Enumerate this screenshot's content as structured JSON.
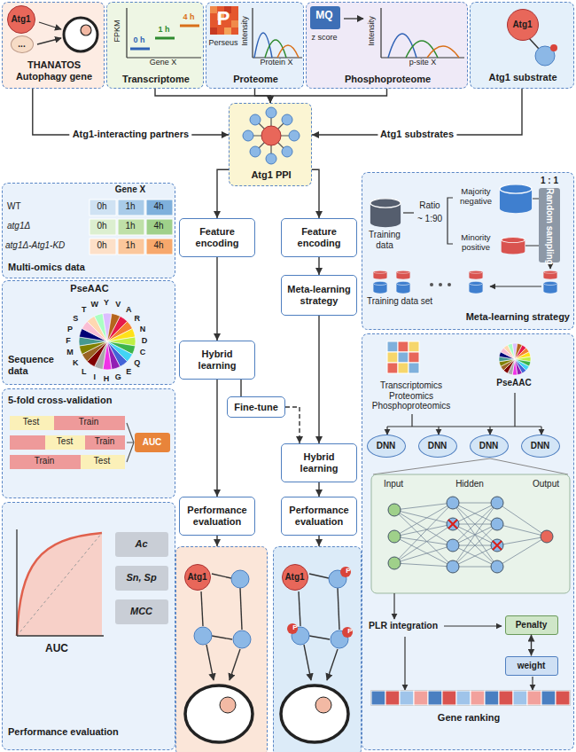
{
  "diagram": {
    "nodes": [
      {
        "text": [
          "THANATOS Autophagy gene"
        ]
      },
      {
        "text": [
          "Atg1"
        ],
        "in": 0
      },
      {
        "text": [
          "..."
        ],
        "in": 0
      },
      {
        "text": [
          "Transcriptome"
        ]
      },
      {
        "text": [
          "Proteome"
        ]
      },
      {
        "text": [
          "Phosphoproteome"
        ]
      },
      {
        "text": [
          "Atg1 substrate"
        ]
      },
      {
        "text": [
          "Atg1"
        ],
        "in": 6
      },
      {
        "text": [
          "Atg1 PPI"
        ]
      },
      {
        "text": [
          "Multi-omics data"
        ]
      },
      {
        "text": [
          "PseAAC",
          "Sequence data"
        ]
      },
      {
        "text": [
          "5-fold cross-validation"
        ]
      },
      {
        "text": [
          "AUC"
        ],
        "in": 11
      },
      {
        "text": [
          "Performance evaluation"
        ]
      },
      {
        "text": [
          "Ac"
        ],
        "in": 13
      },
      {
        "text": [
          "Sn, Sp"
        ],
        "in": 13
      },
      {
        "text": [
          "MCC"
        ],
        "in": 13
      },
      {
        "text": [
          "Feature encoding"
        ]
      },
      {
        "text": [
          "Feature encoding"
        ]
      },
      {
        "text": [
          "Meta-learning strategy"
        ]
      },
      {
        "text": [
          "Hybrid learning"
        ]
      },
      {
        "text": [
          "Fine-tune"
        ]
      },
      {
        "text": [
          "Hybrid learning"
        ]
      },
      {
        "text": [
          "Performance evaluation"
        ]
      },
      {
        "text": [
          "Performance evaluation"
        ]
      },
      {
        "text": []
      },
      {
        "text": [
          "Atg1"
        ],
        "in": 25
      },
      {
        "text": []
      },
      {
        "text": [
          "Atg1"
        ],
        "in": 27
      },
      {
        "text": [
          "Meta-learning strategy"
        ]
      },
      {
        "text": [
          "Random sampling"
        ],
        "in": 29
      },
      {
        "text": [
          "Gene ranking"
        ]
      },
      {
        "text": [
          "DNN"
        ],
        "in": 31
      },
      {
        "text": [
          "DNN"
        ],
        "in": 31
      },
      {
        "text": [
          "DNN"
        ],
        "in": 31
      },
      {
        "text": [
          "DNN"
        ],
        "in": 31
      },
      {
        "text": [
          "Penalty"
        ],
        "in": 31
      },
      {
        "text": [
          "weight"
        ],
        "in": 31
      }
    ],
    "edges": [
      {
        "from": 0,
        "to": 8,
        "arrow": "to",
        "label": "Atg1-interacting partners"
      },
      {
        "from": 3,
        "to": 8,
        "arrow": "to"
      },
      {
        "from": 4,
        "to": 8,
        "arrow": "to"
      },
      {
        "from": 5,
        "to": 8,
        "arrow": "to"
      },
      {
        "from": 6,
        "to": 8,
        "arrow": "to",
        "label": "Atg1 substrates"
      },
      {
        "from": 8,
        "to": 17,
        "arrow": "to"
      },
      {
        "from": 8,
        "to": 18,
        "arrow": "to"
      },
      {
        "from": 17,
        "to": 20,
        "arrow": "to"
      },
      {
        "from": 18,
        "to": 19,
        "arrow": "to"
      },
      {
        "from": 19,
        "to": 22,
        "arrow": "to"
      },
      {
        "from": 20,
        "to": 21,
        "arrow": "none"
      },
      {
        "from": 21,
        "to": 22,
        "arrow": "to"
      },
      {
        "from": 20,
        "to": 23,
        "arrow": "to"
      },
      {
        "from": 22,
        "to": 24,
        "arrow": "to"
      },
      {
        "from": 23,
        "to": 25,
        "arrow": "to"
      },
      {
        "from": 24,
        "to": 27,
        "arrow": "to"
      },
      {
        "from": 36,
        "to": 37,
        "arrow": "both"
      }
    ],
    "labels": [
      "FPKM",
      "0 h",
      "1 h",
      "4 h",
      "Gene X",
      "P",
      "Perseus",
      "Intensity",
      "Protein X",
      "MQ",
      "z score",
      "Intensity",
      "p-site X",
      "Gene X",
      "WT",
      "0h",
      "1h",
      "4h",
      "atg1Δ",
      "0h",
      "1h",
      "4h",
      "atg1Δ-Atg1-KD",
      "0h",
      "1h",
      "4h",
      "A",
      "R",
      "N",
      "D",
      "C",
      "Q",
      "E",
      "G",
      "H",
      "I",
      "L",
      "K",
      "M",
      "F",
      "P",
      "S",
      "T",
      "W",
      "Y",
      "V",
      "Test",
      "Train",
      "Test",
      "Train",
      "Train",
      "Test",
      "AUC",
      "P",
      "P",
      "P",
      "Training data",
      "Ratio",
      "~ 1:90",
      "Majority negative",
      "Minority positive",
      "1 : 1",
      "Training data set",
      "Transcriptomics Proteomics Phosphoproteomics",
      "PseAAC",
      "Input",
      "Hidden",
      "Output",
      "PLR integration"
    ]
  }
}
